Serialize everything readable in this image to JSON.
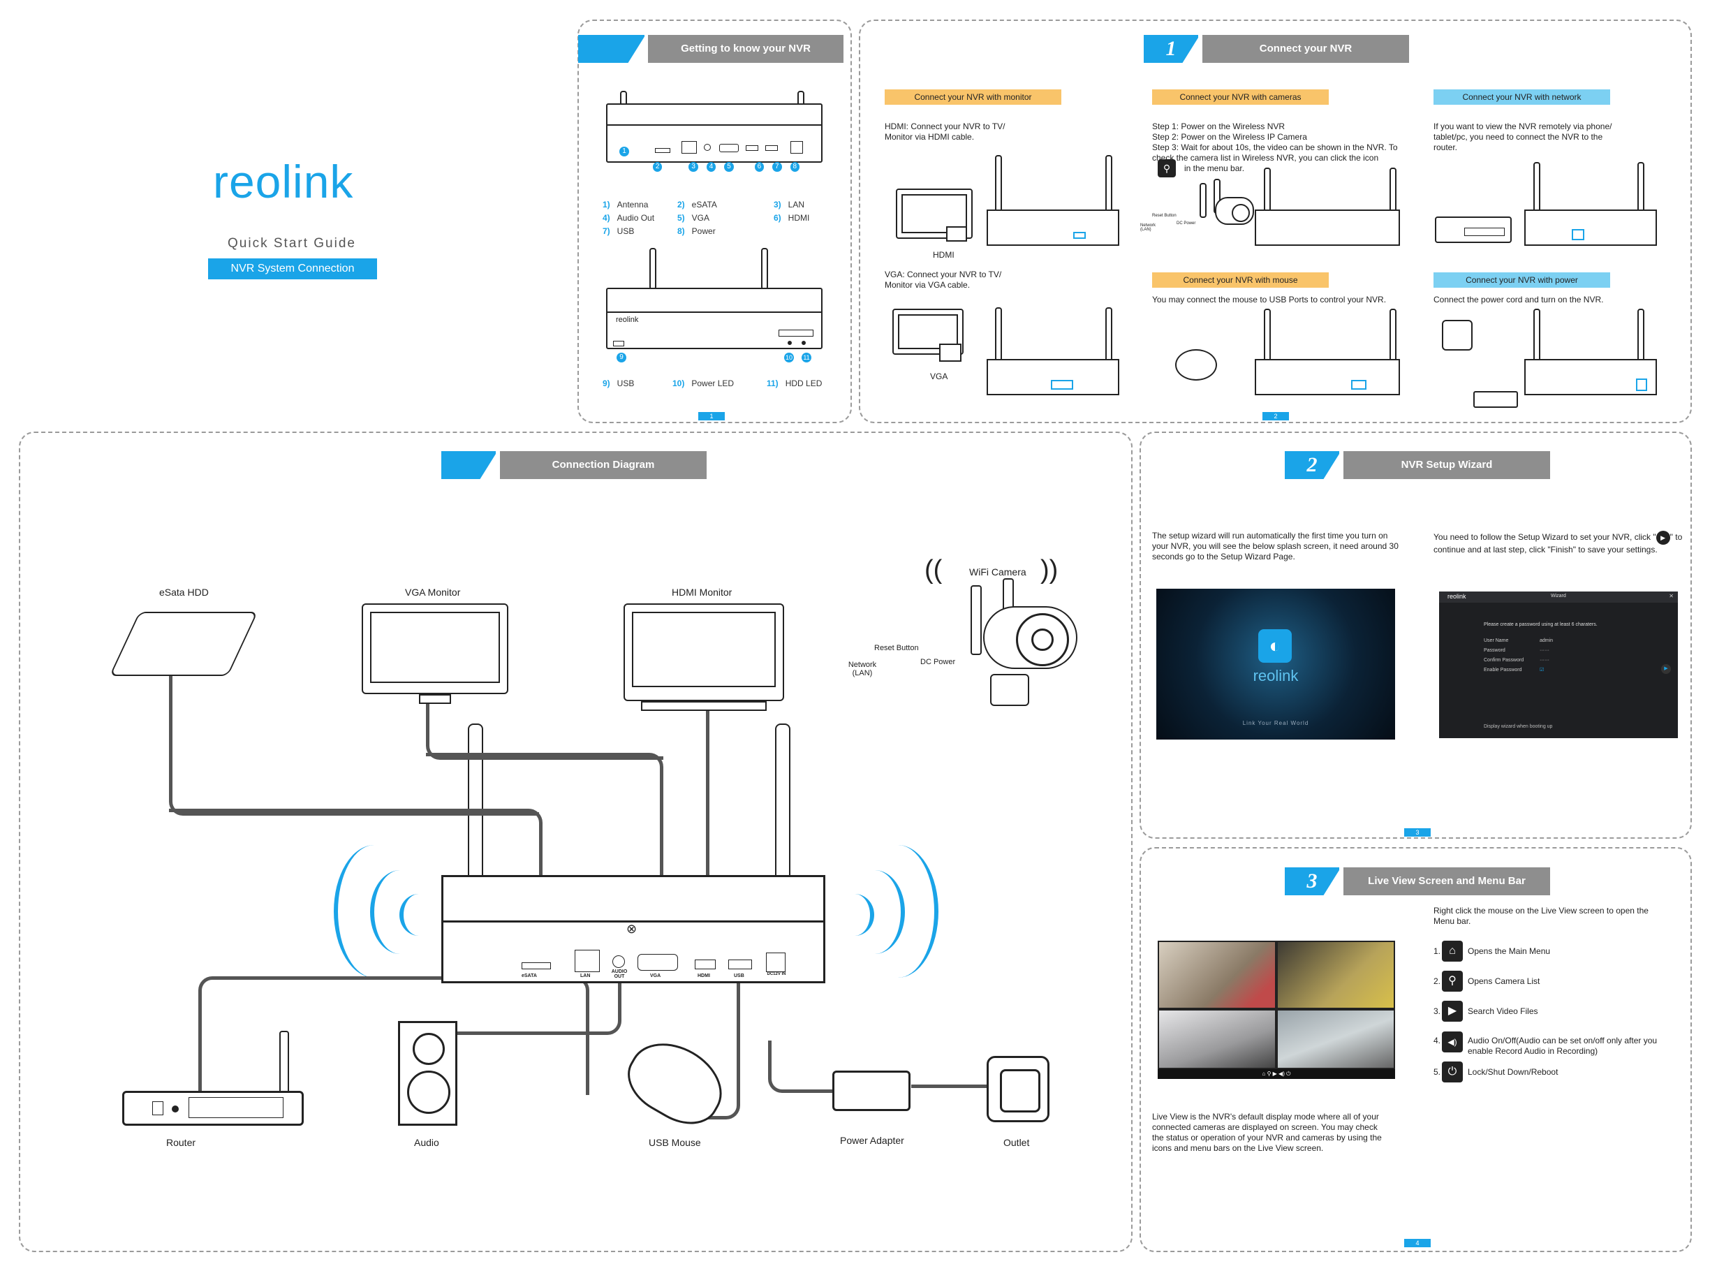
{
  "brand": {
    "logo": "reolink",
    "guide": "Quick Start Guide",
    "system": "NVR System Connection"
  },
  "know": {
    "title": "Getting to know your NVR",
    "items": [
      {
        "n": "1)",
        "label": "Antenna"
      },
      {
        "n": "2)",
        "label": "eSATA"
      },
      {
        "n": "3)",
        "label": "LAN"
      },
      {
        "n": "4)",
        "label": "Audio Out"
      },
      {
        "n": "5)",
        "label": "VGA"
      },
      {
        "n": "6)",
        "label": "HDMI"
      },
      {
        "n": "7)",
        "label": "USB"
      },
      {
        "n": "8)",
        "label": "Power"
      }
    ],
    "front": [
      {
        "n": "9)",
        "label": "USB"
      },
      {
        "n": "10)",
        "label": "Power LED"
      },
      {
        "n": "11)",
        "label": "HDD LED"
      }
    ],
    "rear_callouts": [
      "2",
      "3",
      "4",
      "5",
      "6",
      "7",
      "8"
    ],
    "front_callouts": [
      "9",
      "10",
      "11"
    ],
    "first_callout": "1",
    "page": "1"
  },
  "connect": {
    "num": "1",
    "title": "Connect your NVR",
    "monitor": {
      "tag": "Connect your NVR with monitor",
      "hdmi": "HDMI: Connect your NVR to TV/ Monitor via HDMI cable.",
      "hdmi_label": "HDMI",
      "vga": "VGA: Connect your NVR to TV/ Monitor via VGA cable.",
      "vga_label": "VGA"
    },
    "cameras": {
      "tag": "Connect your NVR with cameras",
      "steps": [
        "Step 1: Power on the Wireless NVR",
        "Step 2: Power on the Wireless IP Camera",
        "Step 3: Wait for about 10s, the video can be shown in the NVR. To check the camera list in Wireless NVR, you can click the icon"
      ],
      "tail": "in the menu bar.",
      "reset": "Reset Button",
      "network": "Network (LAN)",
      "dc": "DC Power"
    },
    "network": {
      "tag": "Connect your NVR with network",
      "text": "If you want to view the NVR remotely via phone/ tablet/pc, you need to connect the NVR to the router."
    },
    "mouse": {
      "tag": "Connect your NVR with mouse",
      "text": "You may connect the mouse to USB Ports to control your NVR."
    },
    "power": {
      "tag": "Connect your NVR with power",
      "text": "Connect the power cord and turn on the NVR."
    },
    "page": "2"
  },
  "diagram": {
    "title": "Connection Diagram",
    "labels": {
      "esata": "eSata HDD",
      "vga": "VGA Monitor",
      "hdmi": "HDMI Monitor",
      "wifi": "WiFi Camera",
      "reset": "Reset Button",
      "network": "Network (LAN)",
      "dc": "DC Power",
      "router": "Router",
      "audio": "Audio",
      "mouse": "USB Mouse",
      "adapter": "Power Adapter",
      "outlet": "Outlet"
    },
    "ports": [
      "eSATA",
      "LAN",
      "AUDIO OUT",
      "VGA",
      "HDMI",
      "USB",
      "DC12V IN"
    ]
  },
  "wizard": {
    "num": "2",
    "title": "NVR Setup Wizard",
    "text1": "The setup wizard will run automatically the first time you turn on your NVR, you will see the below splash screen, it need around 30 seconds go to the Setup Wizard Page.",
    "text2_a": "You need to follow the Setup Wizard to set your NVR, click \"",
    "text2_b": "\" to continue and at last step, click \"Finish\" to save your settings.",
    "splash": {
      "brand": "reolink",
      "slogan": "Link Your Real World"
    },
    "screen": {
      "brand": "reolink",
      "title": "Wizard",
      "prompt": "Please create a password using at least 6 charaters.",
      "fields": [
        {
          "label": "User Name",
          "value": "admin"
        },
        {
          "label": "Password",
          "value": "······"
        },
        {
          "label": "Confirm Password",
          "value": "······"
        },
        {
          "label": "Enable Password",
          "value": "☑"
        }
      ],
      "footer": "Display wizard when booting up"
    },
    "page": "3"
  },
  "live": {
    "num": "3",
    "title": "Live View Screen and Menu Bar",
    "intro": "Right click the mouse on the Live View screen to open the Menu bar.",
    "items": [
      {
        "n": "1.",
        "icon": "home-icon",
        "glyph": "⌂",
        "label": "Opens the Main Menu"
      },
      {
        "n": "2.",
        "icon": "camera-list-icon",
        "glyph": "⚲",
        "label": "Opens Camera List"
      },
      {
        "n": "3.",
        "icon": "video-camera-icon",
        "glyph": "▶",
        "label": "Search Video Files"
      },
      {
        "n": "4.",
        "icon": "speaker-icon",
        "glyph": "◀)",
        "label": "Audio On/Off(Audio can be set on/off only after you enable Record Audio in Recording)"
      },
      {
        "n": "5.",
        "icon": "power-icon",
        "glyph": "⏻",
        "label": "Lock/Shut Down/Reboot"
      }
    ],
    "text": "Live View is the NVR's default display mode where all of your connected cameras are displayed on screen. You may check the status or operation of your NVR and cameras by using the icons and menu bars on the Live View screen.",
    "page": "4"
  },
  "colors": {
    "accent": "#1aa4e8",
    "header_gray": "#8e8e8e",
    "tag_orange": "#f9c46a",
    "tag_cyan": "#7cd0f2"
  }
}
